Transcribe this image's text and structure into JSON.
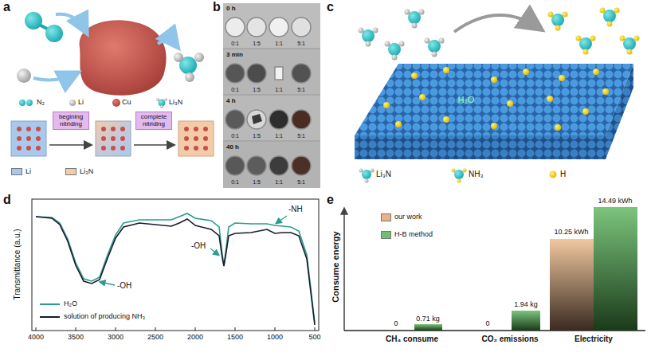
{
  "diagram": {
    "nodes": [
      {
        "text": [
          "begining nitriding"
        ]
      },
      {
        "text": [
          "complete nitriding"
        ]
      }
    ],
    "labels": [
      "a",
      "b",
      "c",
      "d",
      "e",
      "0 h",
      "0:1",
      "1:5",
      "1:1",
      "5:1",
      "3 min",
      "0:1",
      "1:5",
      "1:1",
      "5:1",
      "4 h",
      "0:1",
      "1:5",
      "1:1",
      "5:1",
      "40 h",
      "0:1",
      "1:5",
      "1:1",
      "5:1",
      "H₂O",
      "Transmittance (a.u.)",
      "4000",
      "3500",
      "3000",
      "2500",
      "2000",
      "1500",
      "1000",
      "500",
      "-OH",
      "-OH",
      "-NH",
      "Consume energy",
      "0",
      "0.71 kg",
      "0",
      "1.94 kg",
      "10.25 kWh",
      "14.49 kWh",
      "CH₄ consume",
      "CO₂ emissions",
      "Electricity"
    ],
    "legend": [
      {
        "text": "N₂"
      },
      {
        "text": "Li"
      },
      {
        "text": "Cu"
      },
      {
        "text": "Li₃N"
      },
      {
        "text": "Li",
        "color": "#a9c9ec"
      },
      {
        "text": "Li₃N",
        "color": "#f4cba8"
      },
      {
        "text": "Li₃N"
      },
      {
        "text": "NH₃"
      },
      {
        "text": "H"
      },
      {
        "text": "H₂O"
      },
      {
        "text": "solution of producing NH₃"
      },
      {
        "text": "our work",
        "color": "#e8b48a"
      },
      {
        "text": "H-B method",
        "color": "#6fbf73"
      }
    ]
  }
}
